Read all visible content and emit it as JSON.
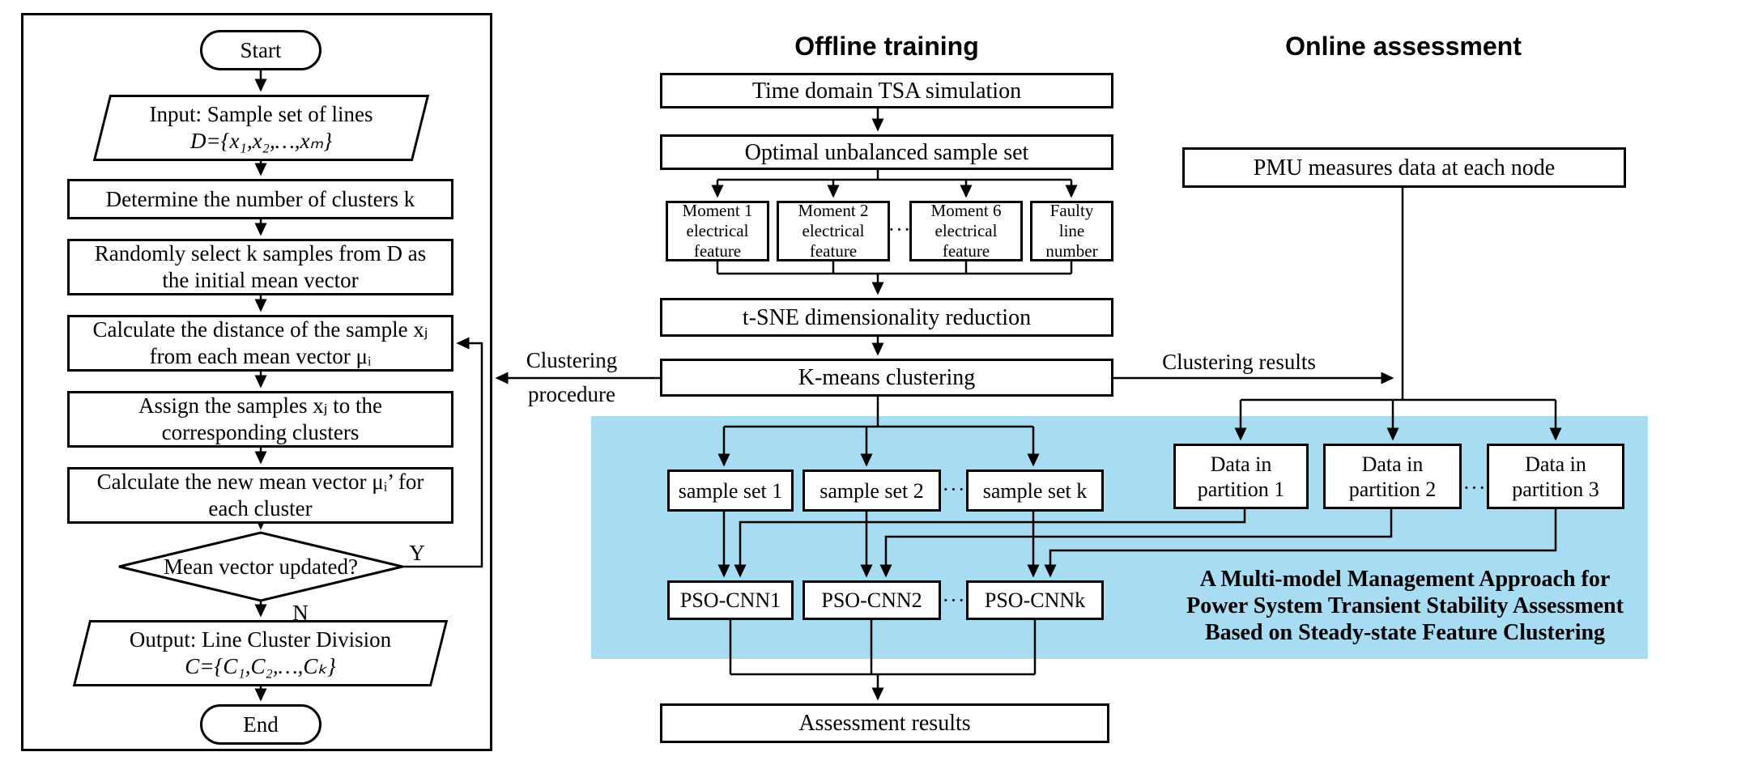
{
  "titles": {
    "offline": "Offline training",
    "online": "Online assessment"
  },
  "left": {
    "start": "Start",
    "input": {
      "l1": "Input: Sample set of lines",
      "l2": "D={x₁,x₂,…,xₘ}"
    },
    "determine": "Determine the number of clusters k",
    "random": {
      "l1": "Randomly select k samples from D as",
      "l2": "the initial mean vector"
    },
    "distance": {
      "l1": "Calculate the distance of the sample xⱼ",
      "l2": "from each mean vector μᵢ"
    },
    "assign": {
      "l1": "Assign the samples xⱼ to the",
      "l2": "corresponding clusters"
    },
    "newmean": {
      "l1": "Calculate the new mean vector μᵢ’ for",
      "l2": "each cluster"
    },
    "decision": "Mean vector updated?",
    "yes": "Y",
    "no": "N",
    "output": {
      "l1": "Output: Line Cluster Division",
      "l2": "C={C₁,C₂,…,Cₖ}"
    },
    "end": "End"
  },
  "offline": {
    "tsa": "Time domain TSA simulation",
    "optimal": "Optimal unbalanced sample set",
    "moments": [
      {
        "l1": "Moment 1",
        "l2": "electrical",
        "l3": "feature"
      },
      {
        "l1": "Moment 2",
        "l2": "electrical",
        "l3": "feature"
      },
      {
        "l1": "Moment 6",
        "l2": "electrical",
        "l3": "feature"
      },
      {
        "l1": "Faulty",
        "l2": "line",
        "l3": "number"
      }
    ],
    "tsne": "t-SNE dimensionality reduction",
    "kmeans": "K-means clustering",
    "samples": [
      "sample set 1",
      "sample set 2",
      "sample set k"
    ],
    "pso": [
      "PSO-CNN1",
      "PSO-CNN2",
      "PSO-CNNk"
    ],
    "assessment": "Assessment results",
    "dots": "···"
  },
  "online": {
    "pmu": "PMU measures data at each node",
    "partitions": [
      {
        "l1": "Data in",
        "l2": "partition 1"
      },
      {
        "l1": "Data in",
        "l2": "partition 2"
      },
      {
        "l1": "Data in",
        "l2": "partition 3"
      }
    ]
  },
  "labels": {
    "proc1": "Clustering",
    "proc2": "procedure",
    "results": "Clustering results"
  },
  "banner": {
    "l1": "A Multi-model Management Approach for",
    "l2": "Power System Transient Stability Assessment",
    "l3": "Based on Steady-state Feature Clustering",
    "bg": "#a7dcf2"
  }
}
